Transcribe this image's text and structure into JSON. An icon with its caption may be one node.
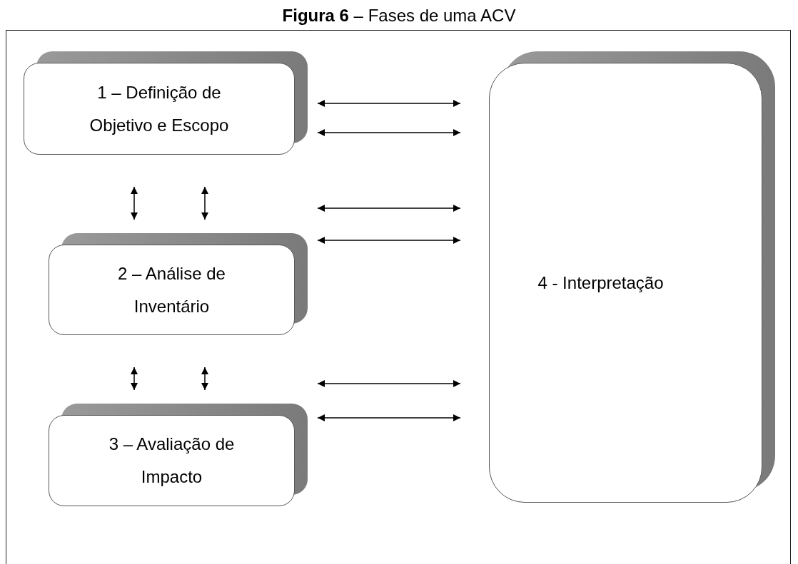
{
  "diagram": {
    "title": "**Figura 6** – Fases de uma ACV",
    "nodes": [
      {
        "text": [
          "1 – Definição de Objetivo e Escopo"
        ]
      },
      {
        "text": [
          "2 – Análise de Inventário"
        ]
      },
      {
        "text": [
          "3 – Avaliação de Impacto"
        ]
      },
      {
        "text": [
          "4 - Interpretação"
        ]
      }
    ],
    "edges": [
      {
        "from": 0,
        "to": 3,
        "arrow": "both"
      },
      {
        "from": 0,
        "to": 3,
        "arrow": "both"
      },
      {
        "from": 0,
        "to": 1,
        "arrow": "both"
      },
      {
        "from": 0,
        "to": 1,
        "arrow": "both"
      },
      {
        "from": 1,
        "to": 3,
        "arrow": "both"
      },
      {
        "from": 1,
        "to": 3,
        "arrow": "both"
      },
      {
        "from": 1,
        "to": 2,
        "arrow": "both"
      },
      {
        "from": 1,
        "to": 2,
        "arrow": "both"
      },
      {
        "from": 2,
        "to": 3,
        "arrow": "both"
      },
      {
        "from": 2,
        "to": 3,
        "arrow": "both"
      }
    ]
  }
}
